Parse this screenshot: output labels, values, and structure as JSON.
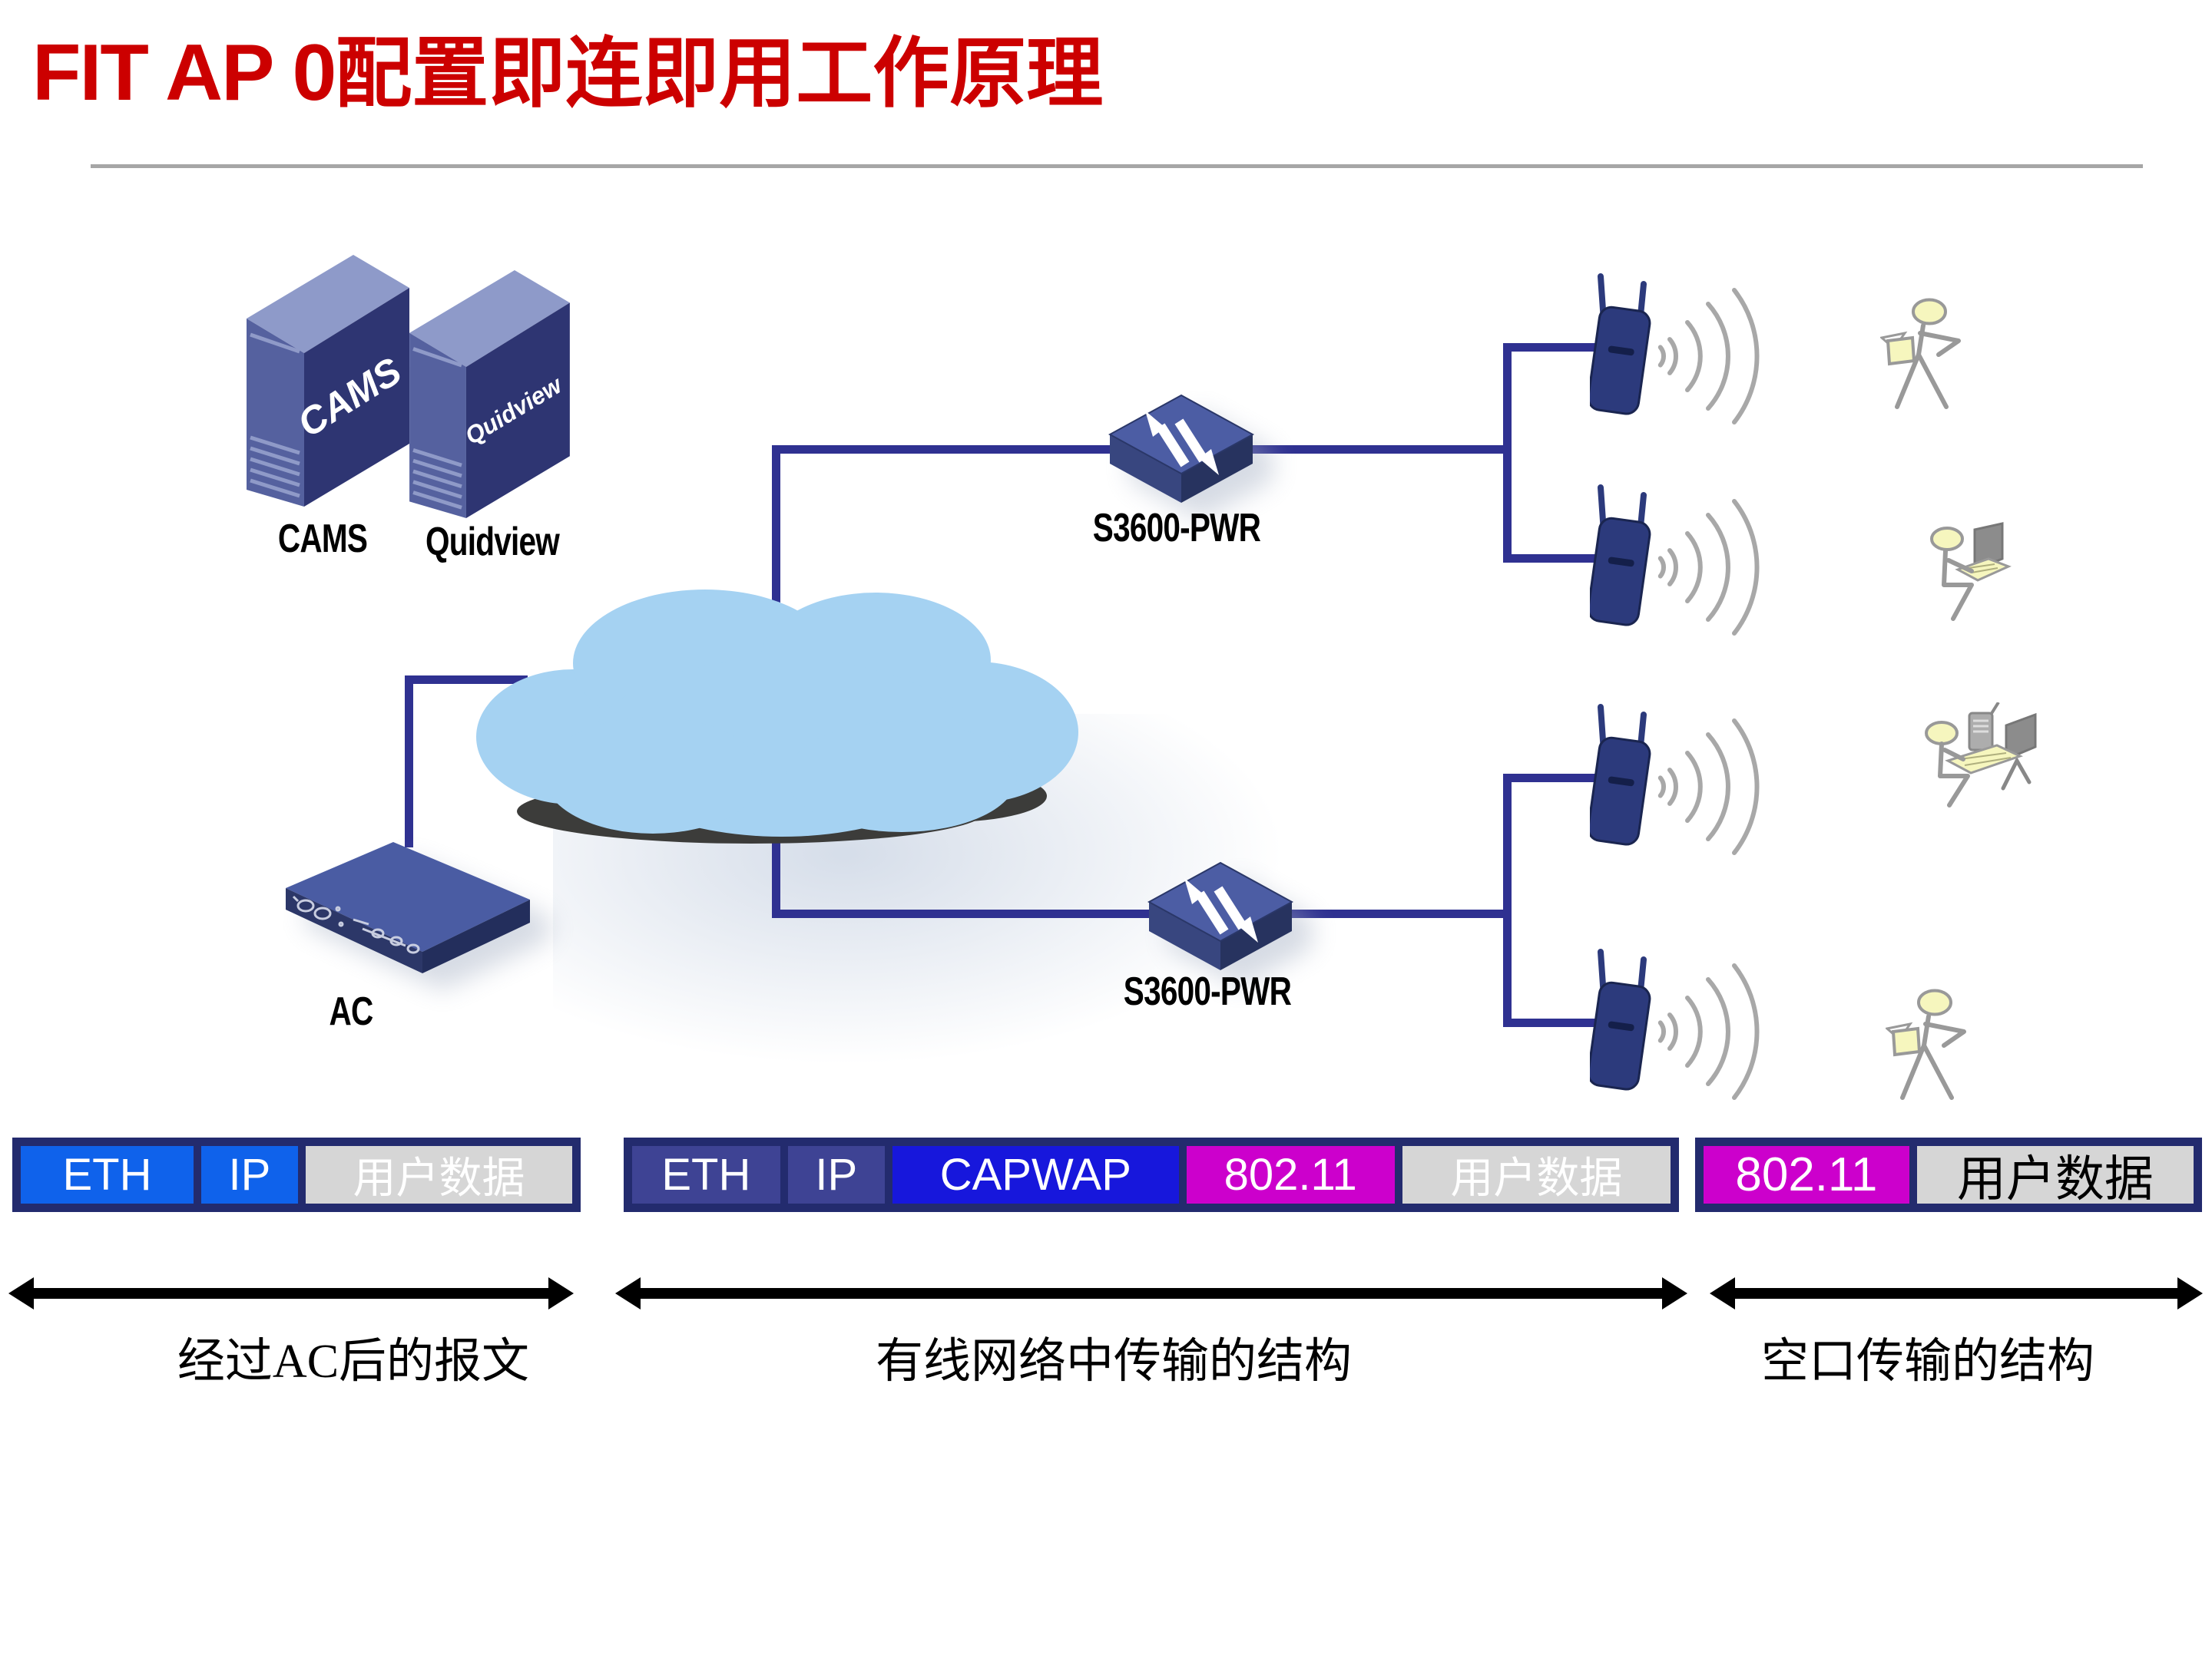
{
  "title": {
    "latin": "FIT AP 0",
    "cjk": "配置即连即用工作原理"
  },
  "colors": {
    "title_red": "#CC0000",
    "underline_gray": "#A6A6A6",
    "link_line_navy": "#2F3191",
    "bar_border_navy": "#232B6E",
    "eth_ip_bright_blue": "#0F62EB",
    "eth_ip_indigo": "#3E4394",
    "capwap_blue": "#1717DC",
    "dot11_magenta": "#CC00CC",
    "user_data_gray": "#D6D6D6",
    "cloud_blue": "#A5D2F2",
    "device_navy": "#2E3572",
    "signal_arc_gray": "#A8A8A8"
  },
  "nodes": {
    "cams": {
      "label": "CAMS",
      "face_text": "CAMS"
    },
    "quidview": {
      "label": "Quidview",
      "face_text": "Quidview"
    },
    "ac": {
      "label": "AC"
    },
    "switch_top": {
      "label": "S3600-PWR"
    },
    "switch_bottom": {
      "label": "S3600-PWR"
    }
  },
  "packet_bars": {
    "after_ac": {
      "segments": [
        {
          "label": "ETH",
          "bg": "#0F62EB",
          "fg": "#FFFFFF"
        },
        {
          "label": "IP",
          "bg": "#0F62EB",
          "fg": "#FFFFFF"
        },
        {
          "label": "用户数据",
          "bg": "#D6D6D6",
          "fg": "#FFFFFF"
        }
      ]
    },
    "wired": {
      "segments": [
        {
          "label": "ETH",
          "bg": "#3E4394",
          "fg": "#FFFFFF"
        },
        {
          "label": "IP",
          "bg": "#3E4394",
          "fg": "#FFFFFF"
        },
        {
          "label": "CAPWAP",
          "bg": "#1717DC",
          "fg": "#FFFFFF"
        },
        {
          "label": "802.11",
          "bg": "#CC00CC",
          "fg": "#FFFFFF"
        },
        {
          "label": "用户数据",
          "bg": "#D6D6D6",
          "fg": "#FFFFFF"
        }
      ]
    },
    "air": {
      "segments": [
        {
          "label": "802.11",
          "bg": "#CC00CC",
          "fg": "#FFFFFF"
        },
        {
          "label": "用户数据",
          "bg": "#D6D6D6",
          "fg": "#000000"
        }
      ]
    }
  },
  "region_labels": {
    "after_ac": "经过AC后的报文",
    "wired": "有线网络中传输的结构",
    "air": "空口传输的结构"
  }
}
